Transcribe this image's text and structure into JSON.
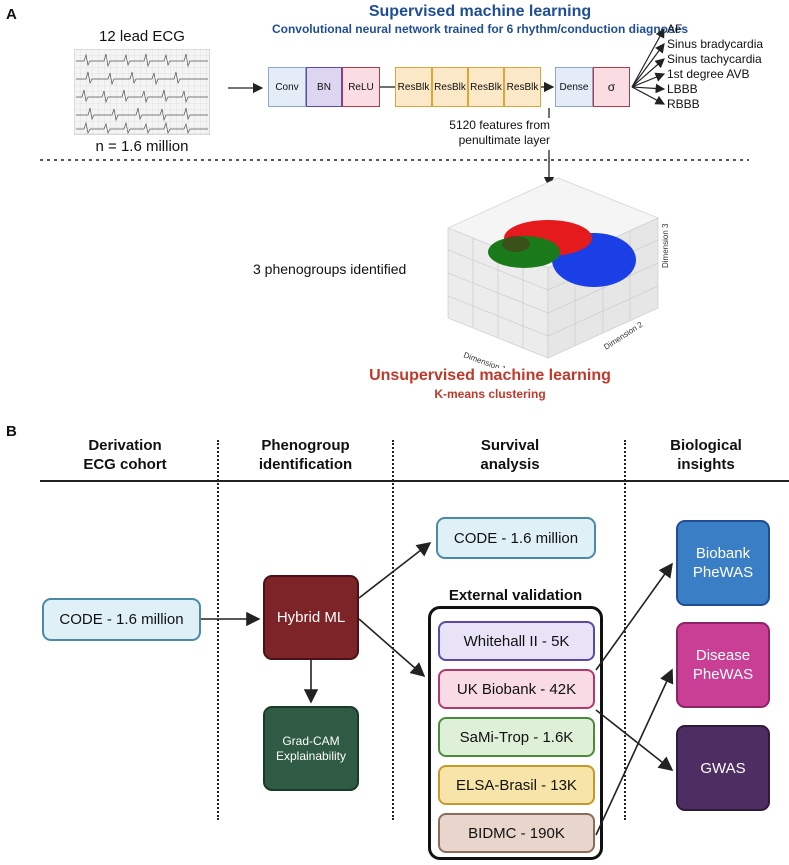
{
  "panel_a": {
    "label": "A",
    "ecg": {
      "title": "12 lead ECG",
      "count": "n = 1.6 million"
    },
    "supervised": {
      "title": "Supervised machine learning",
      "subtitle": "Convolutional neural network trained for 6 rhythm/conduction diagnoses"
    },
    "layers": [
      "Conv",
      "BN",
      "ReLU",
      "ResBlk",
      "ResBlk",
      "ResBlk",
      "ResBlk",
      "Dense",
      "σ"
    ],
    "diagnoses": [
      "AF",
      "Sinus bradycardia",
      "Sinus tachycardia",
      "1st degree AVB",
      "LBBB",
      "RBBB"
    ],
    "features_note": "5120 features from penultimate layer",
    "phenogroups_label": "3 phenogroups identified",
    "plot_axes": {
      "x": "Dimension 1",
      "y": "Dimension 2",
      "z": "Dimension 3"
    },
    "cluster_colors": [
      "#e41a1c",
      "#1a3fe6",
      "#1a7a1a"
    ],
    "unsupervised": {
      "title": "Unsupervised machine learning",
      "subtitle": "K-means clustering"
    }
  },
  "panel_b": {
    "label": "B",
    "headers": [
      "Derivation\nECG cohort",
      "Phenogroup\nidentification",
      "Survival\nanalysis",
      "Biological\ninsights"
    ],
    "derivation_box": "CODE - 1.6 million",
    "hybrid_ml": "Hybrid ML",
    "gradcam": "Grad-CAM\nExplainability",
    "survival_code": "CODE - 1.6 million",
    "external_title": "External validation",
    "external_cohorts": [
      {
        "label": "Whitehall II - 5K",
        "fill": "#e8e3f7",
        "stroke": "#5b4aa8"
      },
      {
        "label": "UK Biobank - 42K",
        "fill": "#f9dbe6",
        "stroke": "#b23a6b"
      },
      {
        "label": "SaMi-Trop - 1.6K",
        "fill": "#dff0d8",
        "stroke": "#4b8b3b"
      },
      {
        "label": "ELSA-Brasil - 13K",
        "fill": "#f7e4a8",
        "stroke": "#c49a2c"
      },
      {
        "label": "BIDMC - 190K",
        "fill": "#e8d6cc",
        "stroke": "#8c6b5a"
      }
    ],
    "insights": [
      {
        "label": "Biobank\nPheWAS",
        "fill": "#3a7fc6",
        "stroke": "#1f4e96"
      },
      {
        "label": "Disease\nPheWAS",
        "fill": "#c83f95",
        "stroke": "#8c2466"
      },
      {
        "label": "GWAS",
        "fill": "#4e2d63",
        "stroke": "#2e1a3b"
      }
    ]
  }
}
